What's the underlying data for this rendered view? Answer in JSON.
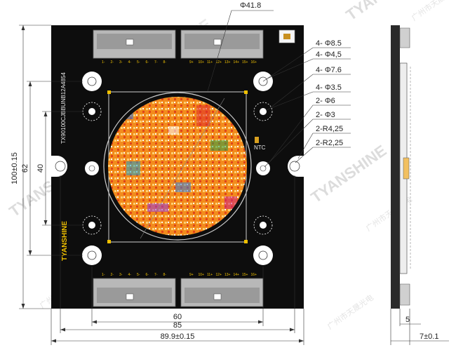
{
  "dimensions": {
    "top_diameter": "Φ41.8",
    "height_total": "100±0.15",
    "height_62": "62",
    "height_40": "40",
    "width_60": "60",
    "width_85": "85",
    "width_total": "89.9±0.15",
    "side_5": "5",
    "side_thickness": "7±0.1"
  },
  "callouts": [
    "4- Φ8.5",
    "4- Φ4,5",
    "4- Φ7.6",
    "4- Φ3.5",
    "2- Φ6",
    "2- Φ3",
    "2-R4,25",
    "2-R2,25"
  ],
  "board": {
    "part_number": "TX90100CJBBUNB12A4854",
    "brand": "TYANSHINE",
    "ntc_label": "NTC",
    "top_pins": [
      "1-",
      "2-",
      "3-",
      "4-",
      "5-",
      "6-",
      "7-",
      "8-",
      "9+",
      "10+",
      "11+",
      "12+",
      "13+",
      "14+",
      "15+",
      "16+"
    ],
    "bottom_pins": [
      "1-",
      "2-",
      "3-",
      "4-",
      "5-",
      "6-",
      "7-",
      "8-",
      "9+",
      "10+",
      "11+",
      "12+",
      "13+",
      "14+",
      "15+",
      "16+"
    ]
  },
  "watermarks": {
    "brand": "TYANSHINE",
    "cn": "广州市天晟光电"
  },
  "colors": {
    "pcb": "#0d0d0d",
    "dimension_line": "#333333",
    "led_base": "#f08a1a",
    "connector": "#b8b8b8"
  }
}
